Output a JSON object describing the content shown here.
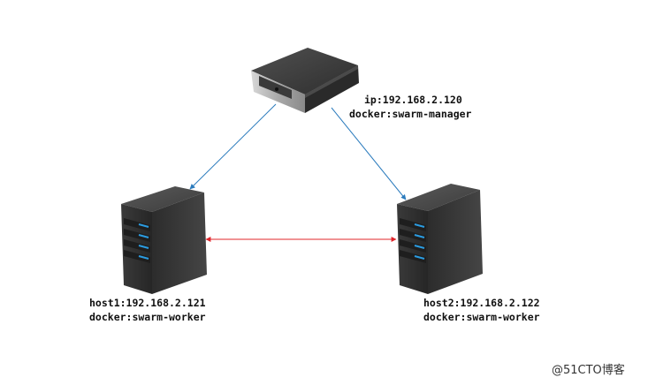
{
  "manager": {
    "ip_label": "ip:192.168.2.120",
    "role_label": "docker:swarm-manager"
  },
  "host1": {
    "ip_label": "host1:192.168.2.121",
    "role_label": "docker:swarm-worker"
  },
  "host2": {
    "ip_label": "host2:192.168.2.122",
    "role_label": "docker:swarm-worker"
  },
  "watermark": "@51CTO博客",
  "colors": {
    "manager_links": "#2b7bbd",
    "worker_link": "#e0242a",
    "server_body": "#333333",
    "server_led": "#2b9be0"
  },
  "icons": {
    "manager": "rack-server-icon",
    "workers": "tower-server-icon"
  }
}
